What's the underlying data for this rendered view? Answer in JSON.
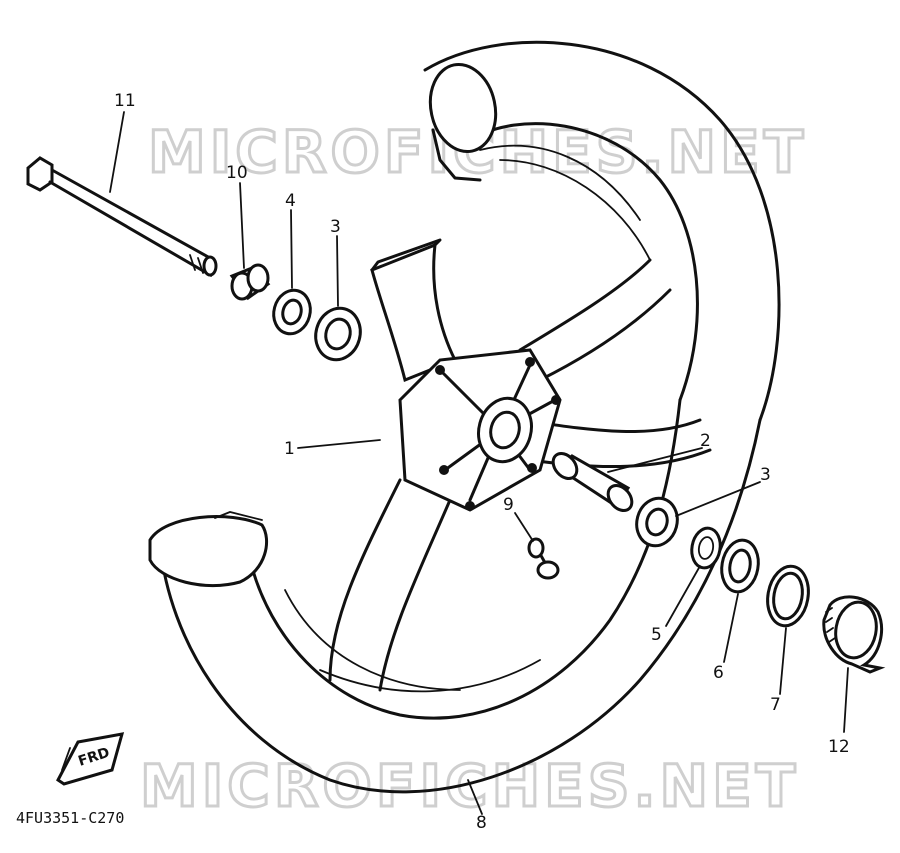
{
  "watermark": {
    "text": "MICROFICHES.NET"
  },
  "reference_code": "4FU3351-C270",
  "direction_badge": {
    "text": "FRD"
  },
  "callouts": [
    {
      "id": "callout-11",
      "label": "11"
    },
    {
      "id": "callout-10",
      "label": "10"
    },
    {
      "id": "callout-4",
      "label": "4"
    },
    {
      "id": "callout-3-top",
      "label": "3"
    },
    {
      "id": "callout-1",
      "label": "1"
    },
    {
      "id": "callout-2",
      "label": "2"
    },
    {
      "id": "callout-3-right",
      "label": "3"
    },
    {
      "id": "callout-9",
      "label": "9"
    },
    {
      "id": "callout-5",
      "label": "5"
    },
    {
      "id": "callout-6",
      "label": "6"
    },
    {
      "id": "callout-7",
      "label": "7"
    },
    {
      "id": "callout-12",
      "label": "12"
    },
    {
      "id": "callout-8",
      "label": "8"
    }
  ]
}
